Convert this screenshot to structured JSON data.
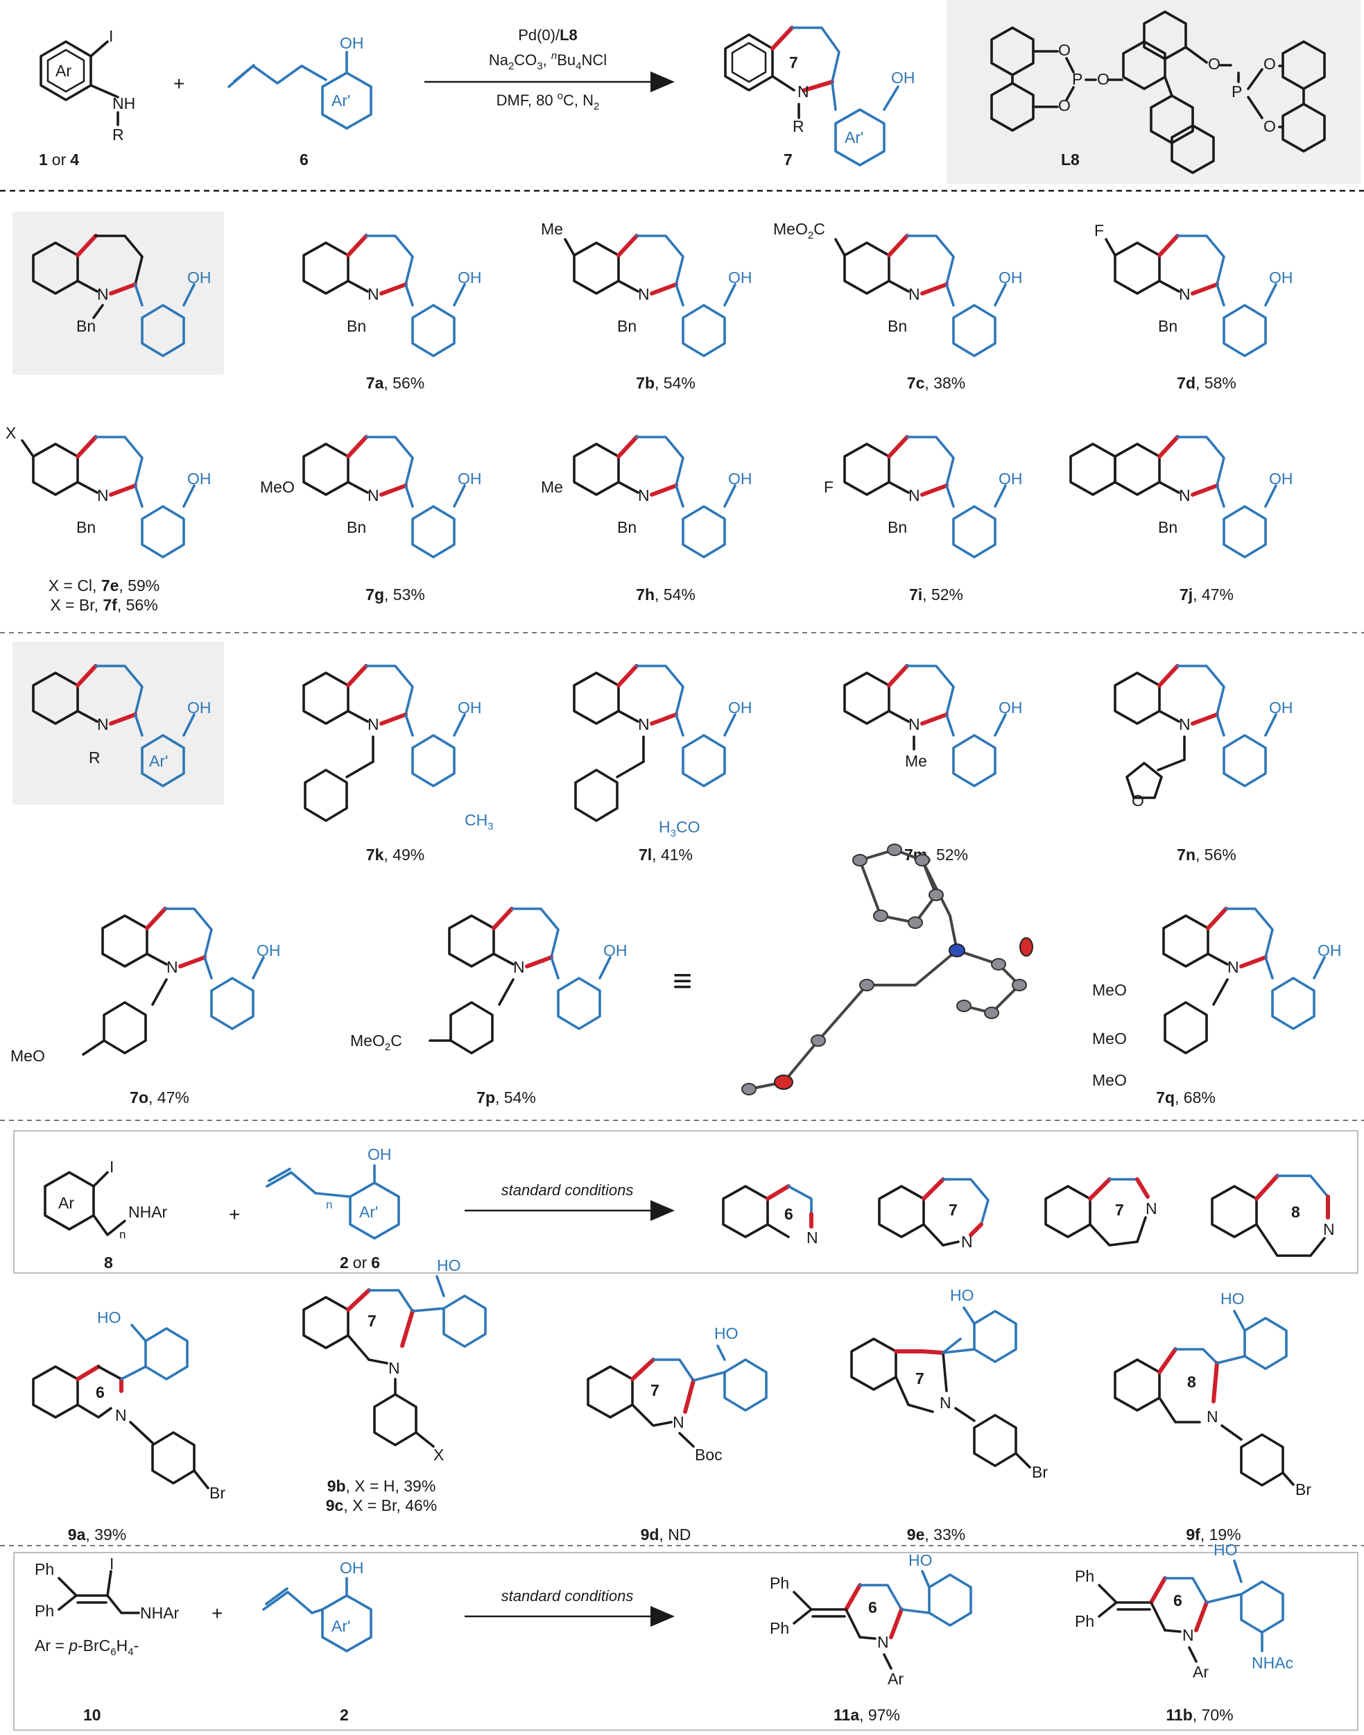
{
  "colors": {
    "ink": "#1a1a1a",
    "new_bond": "#cf1f2a",
    "arene_partner": "#2e77b8",
    "highlight_box": "#efefef"
  },
  "header": {
    "sm1": {
      "ring": "Ar",
      "iodo": "I",
      "nh": "NH",
      "r": "R",
      "label_a": "1",
      "label_or": "or",
      "label_b": "4"
    },
    "plus": "+",
    "sm2": {
      "oh": "OH",
      "ring": "Ar'",
      "label": "6"
    },
    "conditions": {
      "catalyst_a": "Pd(0)/",
      "catalyst_b": "L8",
      "line2_a": "Na",
      "line2_b": "2",
      "line2_c": "CO",
      "line2_d": "3",
      "line2_e": ", ",
      "line2_f": "n",
      "line2_g": "Bu",
      "line2_h": "4",
      "line2_i": "NCl",
      "line3_a": "DMF, 80 ",
      "line3_b": "o",
      "line3_c": "C, N",
      "line3_d": "2"
    },
    "product": {
      "ring_size": "7",
      "n": "N",
      "r": "R",
      "oh": "OH",
      "ring": "Ar'",
      "label": "7"
    },
    "ligand": {
      "label": "L8",
      "p": "P",
      "o": "O"
    }
  },
  "row1": [
    {
      "id": "7a",
      "yield": ", 56%",
      "sub": ""
    },
    {
      "id": "7b",
      "yield": ", 54%",
      "sub": "Me"
    },
    {
      "id": "7c",
      "yield": ", 38%",
      "sub_a": "MeO",
      "sub_b": "2",
      "sub_c": "C"
    },
    {
      "id": "7d",
      "yield": ", 58%",
      "sub": "F"
    }
  ],
  "row2": {
    "x_item": {
      "sub": "X",
      "line1_a": "X = Cl, ",
      "line1_b": "7e",
      "line1_c": ", 59%",
      "line2_a": "X = Br, ",
      "line2_b": "7f",
      "line2_c": ", 56%"
    },
    "items": [
      {
        "id": "7g",
        "yield": ", 53%",
        "sub": "MeO"
      },
      {
        "id": "7h",
        "yield": ", 54%",
        "sub": "Me"
      },
      {
        "id": "7i",
        "yield": ", 52%",
        "sub": "F"
      },
      {
        "id": "7j",
        "yield": ", 47%"
      }
    ]
  },
  "common": {
    "n": "N",
    "bn": "Bn",
    "oh": "OH",
    "me": "Me",
    "ho": "HO",
    "r": "R",
    "ar_prime": "Ar'"
  },
  "row3": [
    {
      "id": "7k",
      "yield": ", 49%",
      "sub_a": "CH",
      "sub_b": "3"
    },
    {
      "id": "7l",
      "yield": ", 41%",
      "sub_a": "H",
      "sub_b": "3",
      "sub_c": "CO"
    },
    {
      "id": "7m",
      "yield": ", 52%"
    },
    {
      "id": "7n",
      "yield": ", 56%",
      "o": "O"
    }
  ],
  "row4": [
    {
      "id": "7o",
      "yield": ", 47%",
      "sub": "MeO"
    },
    {
      "id": "7p",
      "yield": ", 54%",
      "sub_a": "MeO",
      "sub_b": "2",
      "sub_c": "C"
    },
    {
      "equiv": "≡"
    },
    {
      "id": "7q",
      "yield": ", 68%",
      "sub": "MeO"
    }
  ],
  "scheme2": {
    "sm1": {
      "ring": "Ar",
      "iodo": "I",
      "nh": "NHAr",
      "n": "n",
      "label": "8"
    },
    "plus": "+",
    "sm2": {
      "oh": "OH",
      "n": "n",
      "ring": "Ar'",
      "label_a": "2",
      "label_or": "or",
      "label_b": "6"
    },
    "arrow": "standard conditions",
    "rings": [
      {
        "size": "6",
        "n": "N"
      },
      {
        "size": "7",
        "n": "N"
      },
      {
        "size": "7",
        "n": "N"
      },
      {
        "size": "8",
        "n": "N"
      }
    ]
  },
  "row5": [
    {
      "id": "9a",
      "yield": ", 39%",
      "ring": "6",
      "br": "Br"
    },
    {
      "ring": "7",
      "x": "X",
      "line1_a": "9b",
      "line1_b": ", X = H, 39%",
      "line2_a": "9c",
      "line2_b": ", X = Br, 46%"
    },
    {
      "id": "9d",
      "yield": ", ND",
      "ring": "7",
      "boc": "Boc"
    },
    {
      "id": "9e",
      "yield": ", 33%",
      "ring": "7",
      "br": "Br"
    },
    {
      "id": "9f",
      "yield": ", 19%",
      "ring": "8",
      "br": "Br"
    }
  ],
  "scheme3": {
    "sm1": {
      "ph1": "Ph",
      "ph2": "Ph",
      "iodo": "I",
      "nh": "NHAr",
      "def_a": "Ar = ",
      "def_b": "p",
      "def_c": "-BrC",
      "def_d": "6",
      "def_e": "H",
      "def_f": "4",
      "def_g": "-",
      "label": "10"
    },
    "plus": "+",
    "sm2": {
      "oh": "OH",
      "ring": "Ar'",
      "label": "2"
    },
    "arrow": "standard conditions",
    "products": [
      {
        "id": "11a",
        "yield": ", 97%",
        "ring": "6",
        "ph": "Ph",
        "n": "N",
        "ar": "Ar",
        "ho": "HO"
      },
      {
        "id": "11b",
        "yield": ", 70%",
        "ring": "6",
        "ph": "Ph",
        "n": "N",
        "ar": "Ar",
        "ho": "HO",
        "nhac": "NHAc"
      }
    ]
  }
}
